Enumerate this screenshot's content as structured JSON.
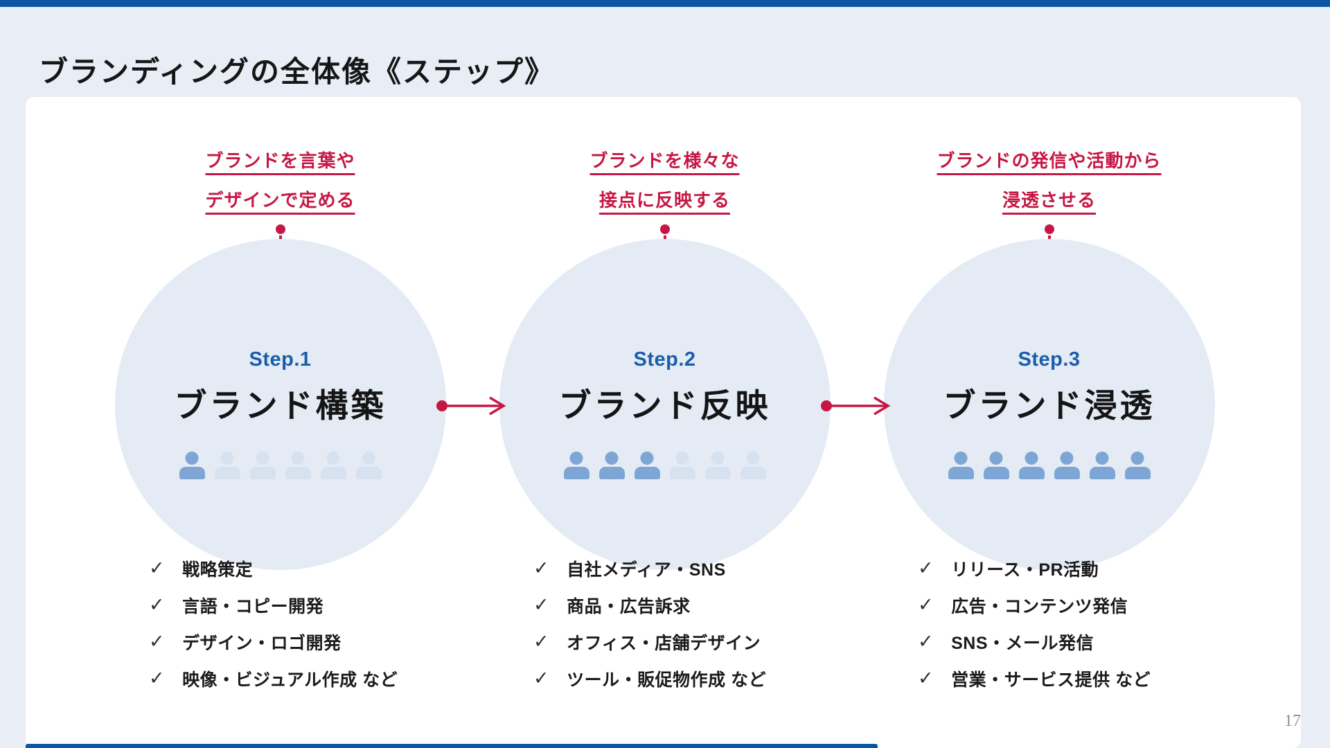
{
  "page": {
    "title": "ブランディングの全体像《ステップ》",
    "page_number": "17"
  },
  "colors": {
    "page_bg": "#e9eef6",
    "card_bg": "#ffffff",
    "bar_blue": "#0d56a6",
    "accent_red": "#c51744",
    "step_blue": "#1a5dab",
    "circle_fill": "#e4ebf5",
    "person_active": "#7da6d5",
    "person_inactive": "#d6e2f0"
  },
  "glyphs": {
    "check": "✓"
  },
  "steps": [
    {
      "label": "Step.1",
      "title": "ブランド構築",
      "header_lines": [
        "ブランドを言葉や",
        "デザインで定める"
      ],
      "people_total": 6,
      "people_active": 1,
      "checklist": [
        "戦略策定",
        "言語・コピー開発",
        "デザイン・ロゴ開発",
        "映像・ビジュアル作成 など"
      ]
    },
    {
      "label": "Step.2",
      "title": "ブランド反映",
      "header_lines": [
        "ブランドを様々な",
        "接点に反映する"
      ],
      "people_total": 6,
      "people_active": 3,
      "checklist": [
        "自社メディア・SNS",
        "商品・広告訴求",
        "オフィス・店舗デザイン",
        "ツール・販促物作成 など"
      ]
    },
    {
      "label": "Step.3",
      "title": "ブランド浸透",
      "header_lines": [
        "ブランドの発信や活動から",
        "浸透させる"
      ],
      "people_total": 6,
      "people_active": 6,
      "checklist": [
        "リリース・PR活動",
        "広告・コンテンツ発信",
        "SNS・メール発信",
        "営業・サービス提供 など"
      ]
    }
  ]
}
